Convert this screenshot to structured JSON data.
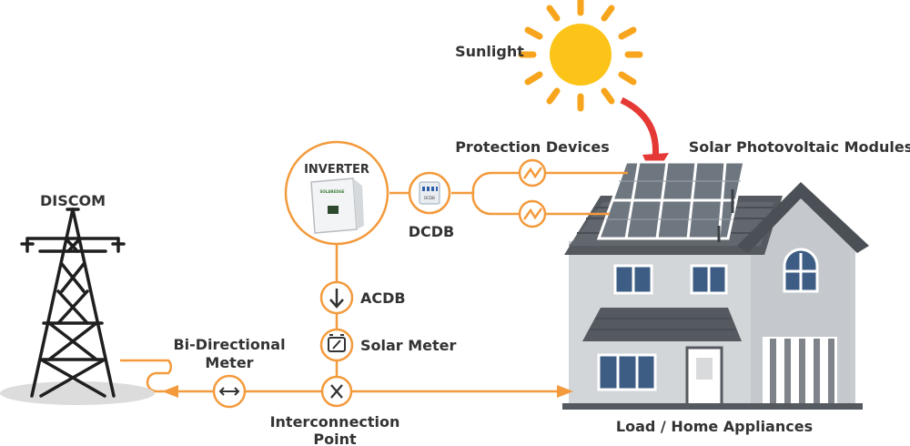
{
  "labels": {
    "sunlight": "Sunlight",
    "protection_devices": "Protection Devices",
    "solar_modules": "Solar Photovoltaic Modules",
    "inverter": "INVERTER",
    "dcdb": "DCDB",
    "acdb": "ACDB",
    "solar_meter": "Solar Meter",
    "discom": "DISCOM",
    "bidirectional_meter_line1": "Bi-Directional",
    "bidirectional_meter_line2": "Meter",
    "interconnection_line1": "Interconnection",
    "interconnection_line2": "Point",
    "load": "Load / Home Appliances",
    "inverter_brand": "SOLAREDGE",
    "dcdb_box_text": "DCDB"
  },
  "colors": {
    "wire": "#f39a3c",
    "sun": "#fcc419",
    "sun_ray": "#f7a51c",
    "arrow_red": "#e53935",
    "text": "#333333",
    "roof": "#555a60",
    "wall": "#c8ccd0",
    "panel": "#7c8590"
  },
  "icons": {
    "protection_device": "fuse-icon",
    "acdb": "down-arrow-icon",
    "solar_meter": "meter-icon",
    "bidirectional_meter": "double-arrow-icon",
    "interconnection_point": "cross-icon"
  }
}
